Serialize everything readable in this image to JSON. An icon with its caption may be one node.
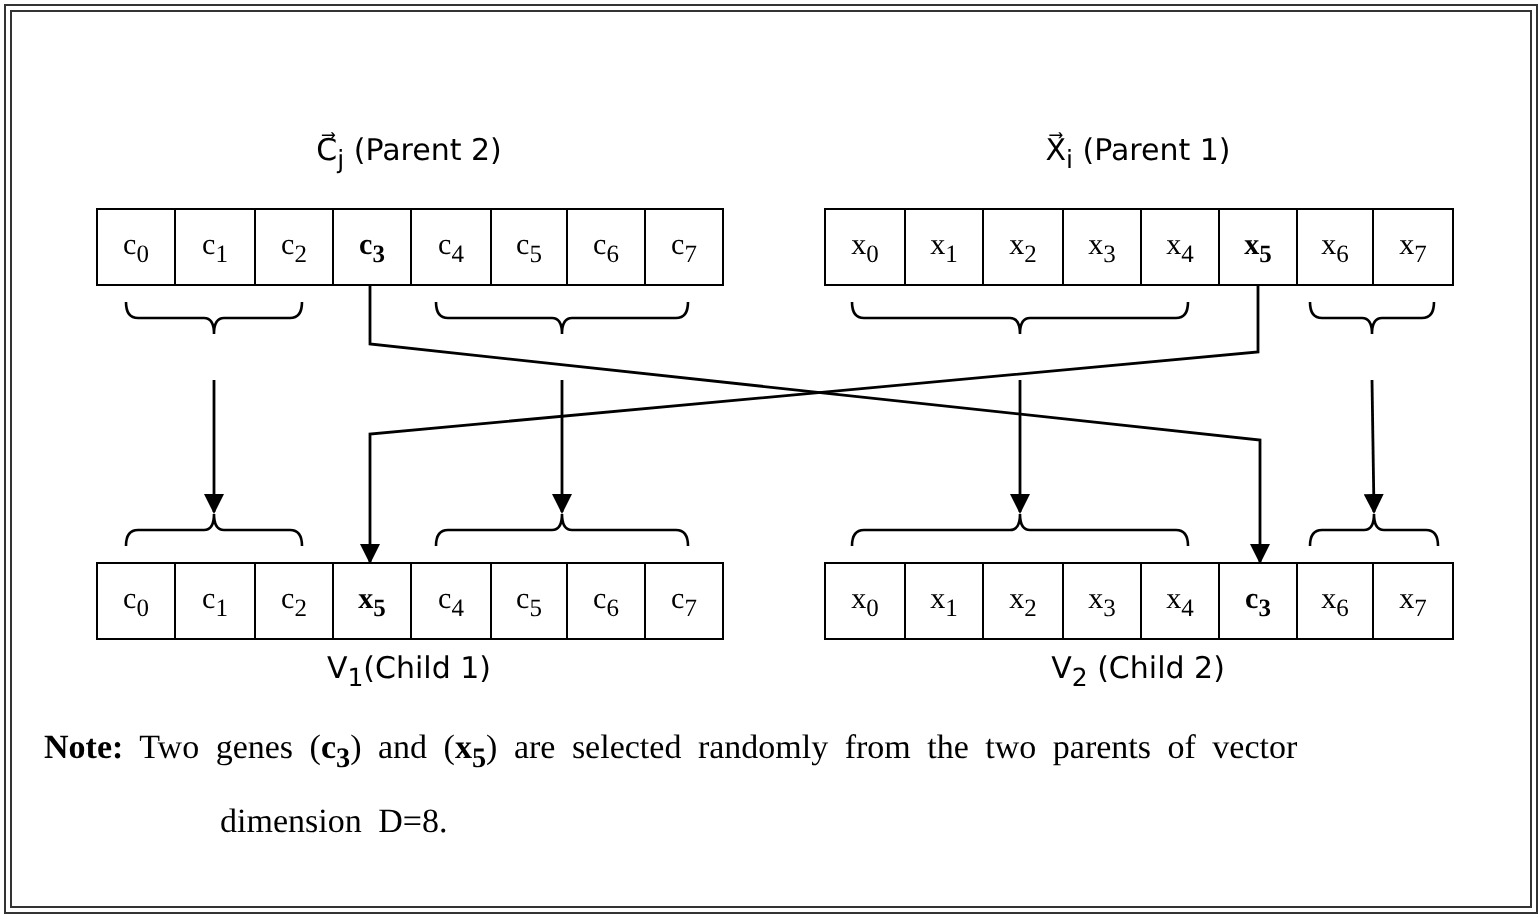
{
  "diagram": {
    "nodes": [
      {
        "text": [
          "C⃗$_{j}$ (Parent 2)"
        ]
      },
      {
        "text": [
          "c$_{0}$"
        ],
        "in": 0
      },
      {
        "text": [
          "c$_{1}$"
        ],
        "in": 0
      },
      {
        "text": [
          "c$_{2}$"
        ],
        "in": 0
      },
      {
        "text": [
          "**c$_{3}$**"
        ],
        "in": 0
      },
      {
        "text": [
          "c$_{4}$"
        ],
        "in": 0
      },
      {
        "text": [
          "c$_{5}$"
        ],
        "in": 0
      },
      {
        "text": [
          "c$_{6}$"
        ],
        "in": 0
      },
      {
        "text": [
          "c$_{7}$"
        ],
        "in": 0
      },
      {
        "text": [
          "X⃗$_{i}$ (Parent 1)"
        ]
      },
      {
        "text": [
          "x$_{0}$"
        ],
        "in": 9
      },
      {
        "text": [
          "x$_{1}$"
        ],
        "in": 9
      },
      {
        "text": [
          "x$_{2}$"
        ],
        "in": 9
      },
      {
        "text": [
          "x$_{3}$"
        ],
        "in": 9
      },
      {
        "text": [
          "x$_{4}$"
        ],
        "in": 9
      },
      {
        "text": [
          "**x$_{5}$**"
        ],
        "in": 9
      },
      {
        "text": [
          "x$_{6}$"
        ],
        "in": 9
      },
      {
        "text": [
          "x$_{7}$"
        ],
        "in": 9
      },
      {
        "text": [
          "V$_{1}$(Child 1)"
        ]
      },
      {
        "text": [
          "c$_{0}$"
        ],
        "in": 18
      },
      {
        "text": [
          "c$_{1}$"
        ],
        "in": 18
      },
      {
        "text": [
          "c$_{2}$"
        ],
        "in": 18
      },
      {
        "text": [
          "**x$_{5}$**"
        ],
        "in": 18
      },
      {
        "text": [
          "c$_{4}$"
        ],
        "in": 18
      },
      {
        "text": [
          "c$_{5}$"
        ],
        "in": 18
      },
      {
        "text": [
          "c$_{6}$"
        ],
        "in": 18
      },
      {
        "text": [
          "c$_{7}$"
        ],
        "in": 18
      },
      {
        "text": [
          "V$_{2}$ (Child 2)"
        ]
      },
      {
        "text": [
          "x$_{0}$"
        ],
        "in": 27
      },
      {
        "text": [
          "x$_{1}$"
        ],
        "in": 27
      },
      {
        "text": [
          "x$_{2}$"
        ],
        "in": 27
      },
      {
        "text": [
          "x$_{3}$"
        ],
        "in": 27
      },
      {
        "text": [
          "x$_{4}$"
        ],
        "in": 27
      },
      {
        "text": [
          "**c$_{3}$**"
        ],
        "in": 27
      },
      {
        "text": [
          "x$_{6}$"
        ],
        "in": 27
      },
      {
        "text": [
          "x$_{7}$"
        ],
        "in": 27
      },
      {
        "text": [],
        "shape": "brace"
      },
      {
        "text": [],
        "shape": "brace"
      },
      {
        "text": [],
        "shape": "brace"
      },
      {
        "text": [],
        "shape": "brace"
      },
      {
        "text": [],
        "shape": "brace"
      },
      {
        "text": [],
        "shape": "brace"
      },
      {
        "text": [],
        "shape": "brace"
      },
      {
        "text": [],
        "shape": "brace"
      }
    ],
    "edges": [
      {
        "from": 36,
        "to": 40,
        "arrow": "to"
      },
      {
        "from": 37,
        "to": 41,
        "arrow": "to"
      },
      {
        "from": 38,
        "to": 42,
        "arrow": "to"
      },
      {
        "from": 39,
        "to": 43,
        "arrow": "to"
      },
      {
        "from": 4,
        "to": 33,
        "arrow": "to"
      },
      {
        "from": 15,
        "to": 22,
        "arrow": "to"
      }
    ],
    "labels": [
      "**Note:** Two genes (**c$_{3}$**) and (**x$_{5}$**) are selected randomly from the two parents of vector dimension D=8."
    ]
  }
}
